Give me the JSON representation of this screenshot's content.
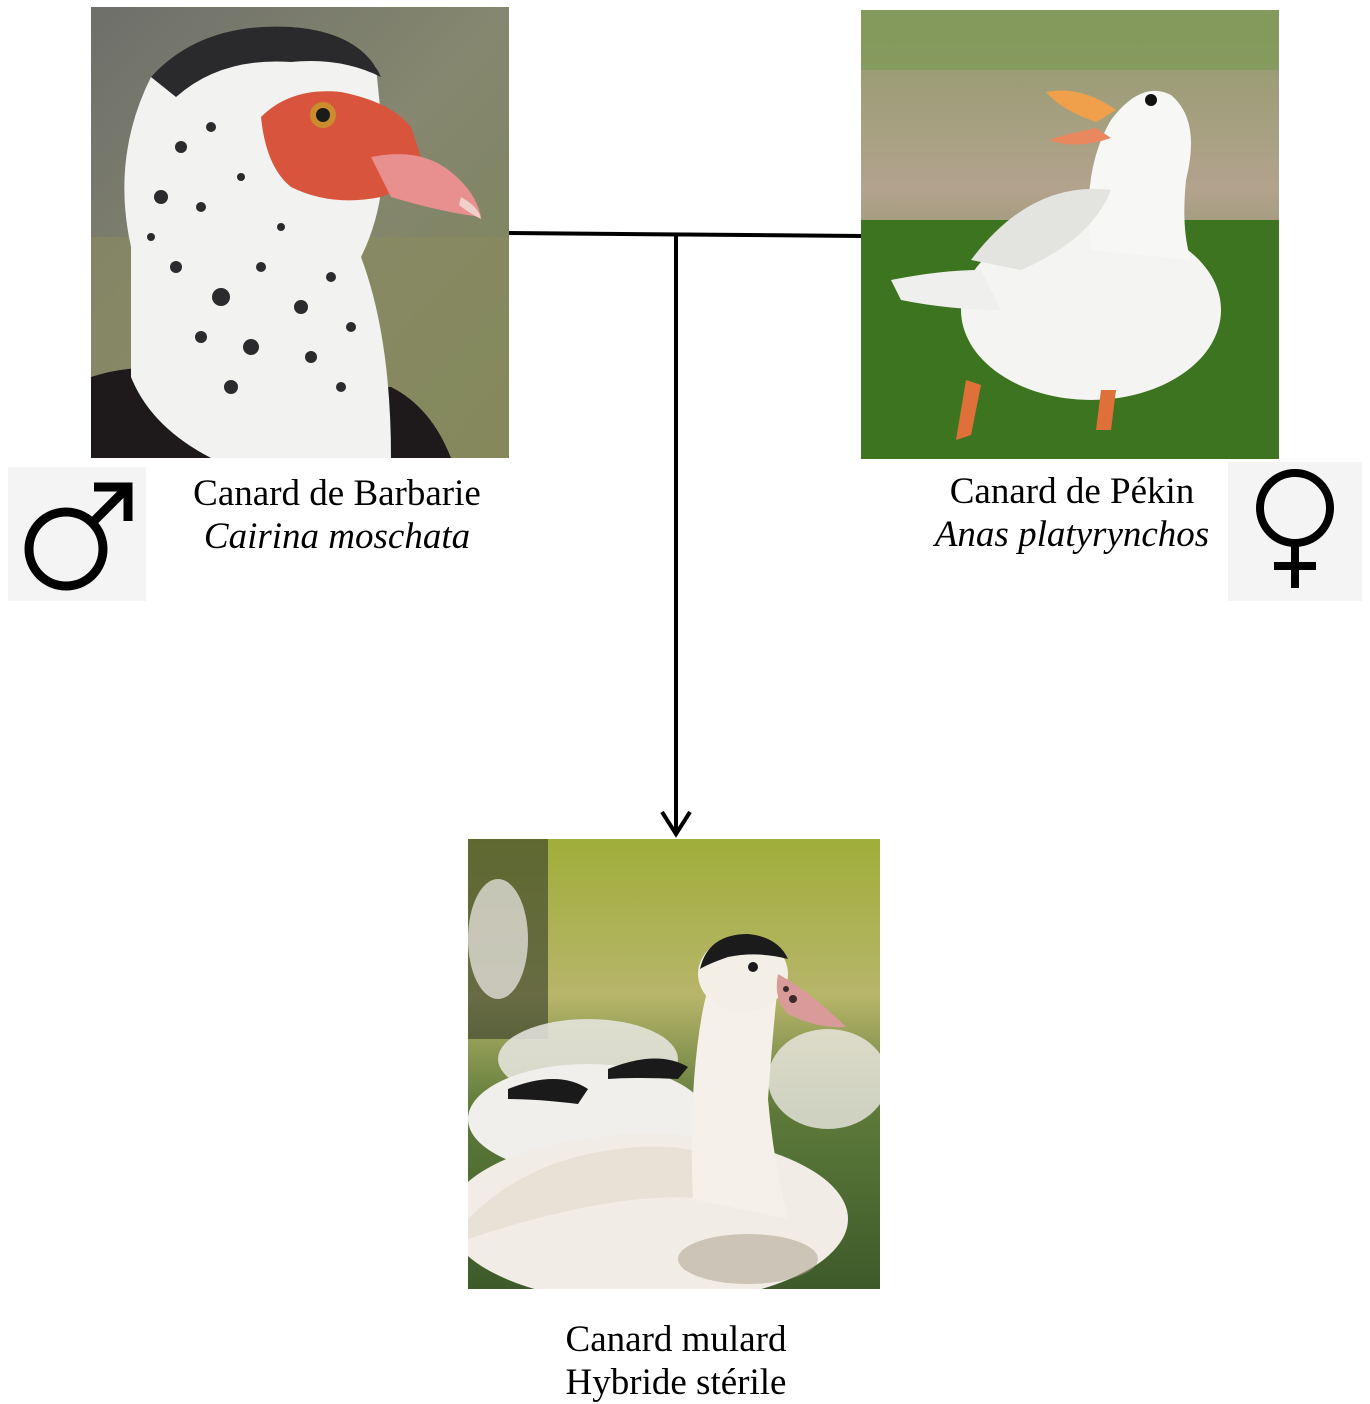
{
  "parents": {
    "male": {
      "common_name": "Canard de Barbarie",
      "scientific_name": "Cairina moschata",
      "sex_icon": "male-symbol-icon"
    },
    "female": {
      "common_name": "Canard de Pékin",
      "scientific_name": "Anas platyrynchos",
      "sex_icon": "female-symbol-icon"
    }
  },
  "offspring": {
    "common_name": "Canard mulard",
    "description": "Hybride stérile"
  },
  "colors": {
    "line": "#000000",
    "background": "#ffffff",
    "symbol_background": "#f4f4f4"
  }
}
